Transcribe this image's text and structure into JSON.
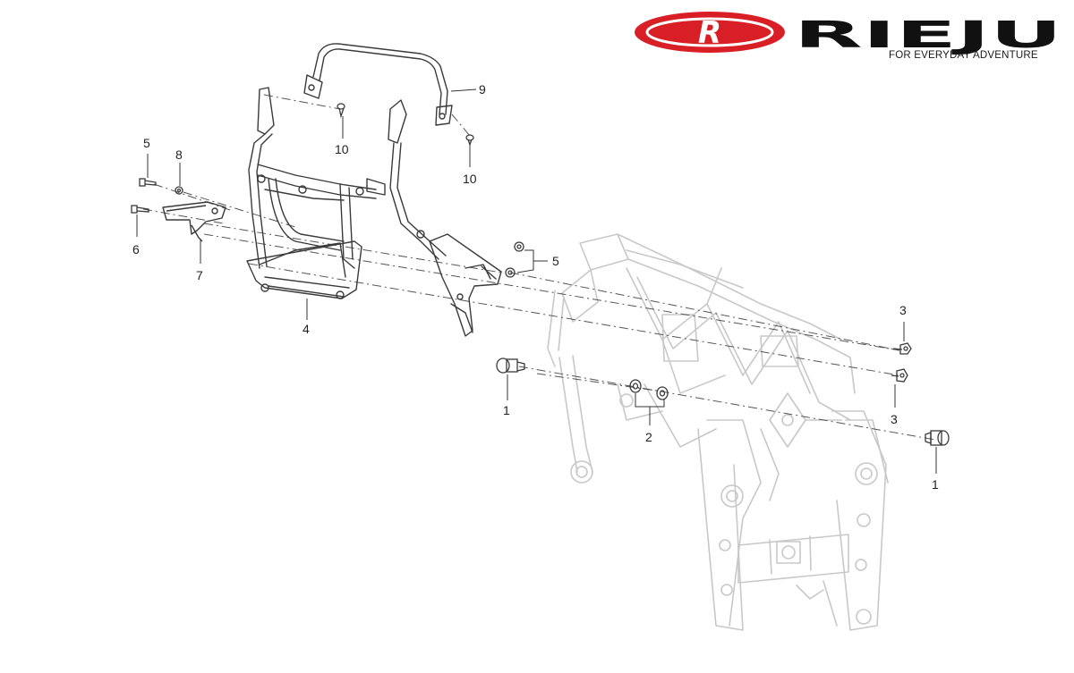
{
  "brand": {
    "name": "RIEJU",
    "tagline": "FOR EVERYDAY ADVENTURE",
    "primary_color": "#d91f26",
    "text_color": "#111111"
  },
  "callouts": {
    "c1_left": "1",
    "c1_right": "1",
    "c2": "2",
    "c3_top": "3",
    "c3_bottom": "3",
    "c4": "4",
    "c5_top_left": "5",
    "c5_right": "5",
    "c6": "6",
    "c7": "7",
    "c8": "8",
    "c9": "9",
    "c10_left": "10",
    "c10_right": "10"
  },
  "colors": {
    "part_line": "#3a3a3a",
    "frame_line": "#c8c8c8"
  }
}
